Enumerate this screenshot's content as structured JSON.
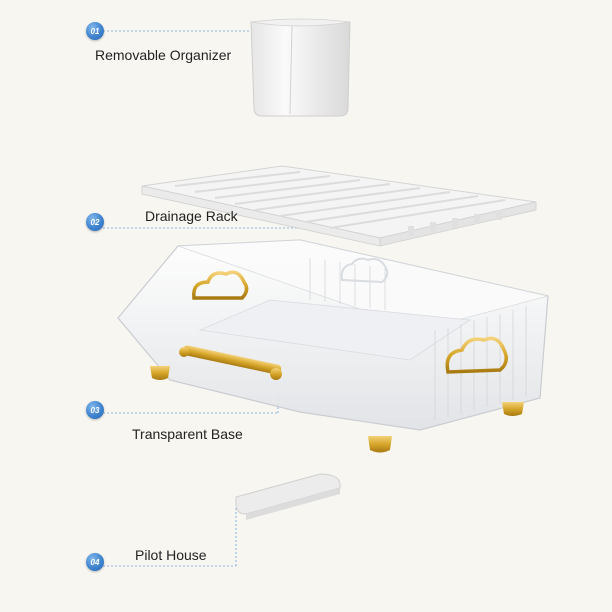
{
  "callouts": [
    {
      "number": "01",
      "label": "Removable Organizer"
    },
    {
      "number": "02",
      "label": "Drainage Rack"
    },
    {
      "number": "03",
      "label": "Transparent Base"
    },
    {
      "number": "04",
      "label": "Pilot House"
    }
  ],
  "colors": {
    "badge": "#3f83cf",
    "gold": "#d6a62a",
    "background": "#f8f6f1"
  }
}
